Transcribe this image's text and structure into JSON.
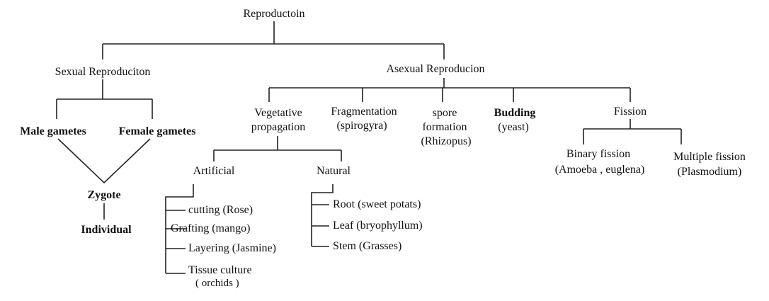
{
  "colors": {
    "line": "#222222",
    "text": "#111111",
    "background": "#ffffff"
  },
  "root": "Reproductoin",
  "sexual": {
    "title": "Sexual Reproduciton",
    "male": "Male gametes",
    "female": "Female gametes",
    "zygote": "Zygote",
    "individual": "Individual"
  },
  "asexual": {
    "title": "Asexual Reproducion",
    "vegetative": {
      "line1": "Vegetative",
      "line2": "propagation",
      "artificial": {
        "title": "Artificial",
        "items": [
          "cutting (Rose)",
          "Grafting (mango)",
          "Layering (Jasmine)",
          "Tissue culture",
          "( orchids )"
        ]
      },
      "natural": {
        "title": "Natural",
        "items": [
          "Root (sweet potats)",
          "Leaf (bryophyllum)",
          "Stem (Grasses)"
        ]
      }
    },
    "fragmentation": {
      "line1": "Fragmentation",
      "line2": "(spirogyra)"
    },
    "spore": {
      "line1": "spore",
      "line2": "formation",
      "line3": "(Rhizopus)"
    },
    "budding": {
      "line1": "Budding",
      "line2": "(yeast)"
    },
    "fission": {
      "title": "Fission",
      "binary": {
        "line1": "Binary fission",
        "line2": "(Amoeba , euglena)"
      },
      "multiple": {
        "line1": "Multiple fission",
        "line2": "(Plasmodium)"
      }
    }
  }
}
